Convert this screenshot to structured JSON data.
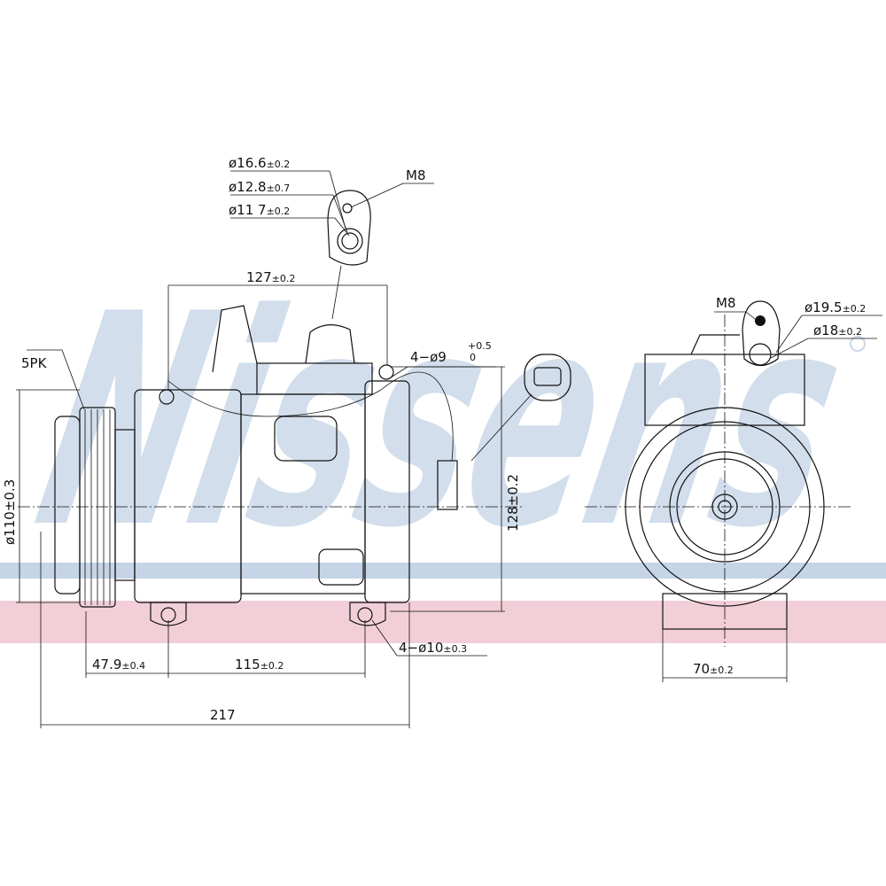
{
  "watermark": {
    "brand": "Nissens",
    "color": "#b8c9df",
    "stripe_blue": "#c5d4e6",
    "stripe_pink": "#f2cfd8"
  },
  "labels": {
    "d16_6": "ø16.6",
    "d16_6_tol": "±0.2",
    "d12_8": "ø12.8",
    "d12_8_tol": "±0.7",
    "d11_7": "ø11 7",
    "d11_7_tol": "±0.2",
    "m8_top": "M8",
    "w127": "127",
    "w127_tol": "±0.2",
    "holes_top": "4−ø9",
    "holes_top_tol_up": "+0.5",
    "holes_top_tol_down": "0",
    "belt": "5PK",
    "d110": "ø110±0.3",
    "h128": "128±0.2",
    "w47_9": "47.9",
    "w47_9_tol": "±0.4",
    "w115": "115",
    "w115_tol": "±0.2",
    "holes_bottom": "4−ø10",
    "holes_bottom_tol": "±0.3",
    "w217": "217",
    "m8_side": "M8",
    "d19_5": "ø19.5",
    "d19_5_tol": "±0.2",
    "d18": "ø18",
    "d18_tol": "±0.2",
    "w70": "70",
    "w70_tol": "±0.2"
  }
}
